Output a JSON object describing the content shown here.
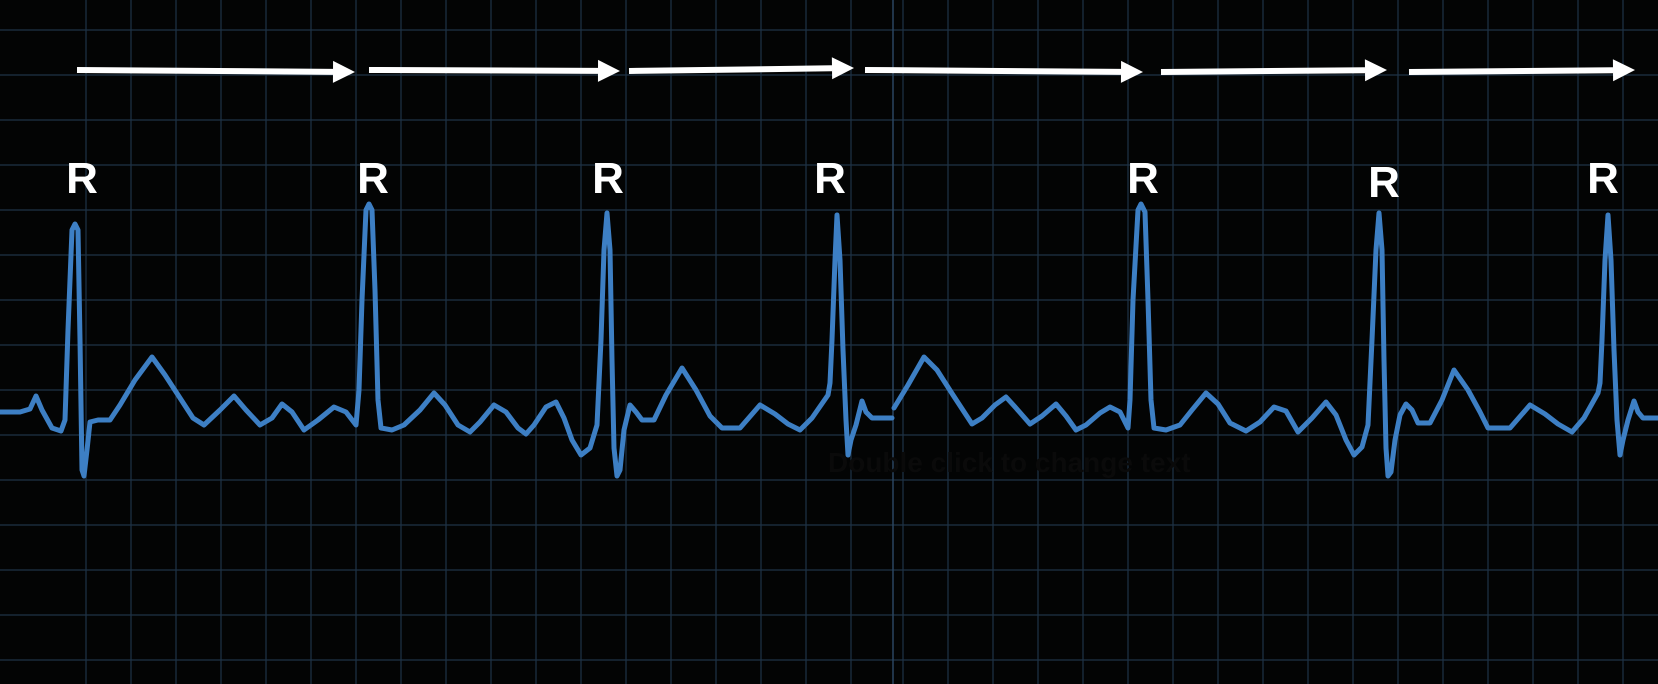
{
  "colors": {
    "background": "#030404",
    "grid_line": "#1e3346",
    "trace": "#3d7fc4",
    "arrow": "#ffffff",
    "label": "#ffffff",
    "placeholder_text": "#0a0a0a"
  },
  "r_peak_label": "R",
  "r_peak_count": 7,
  "rr_interval_arrow_count": 6,
  "placeholder": {
    "text": "Double click to change text"
  }
}
